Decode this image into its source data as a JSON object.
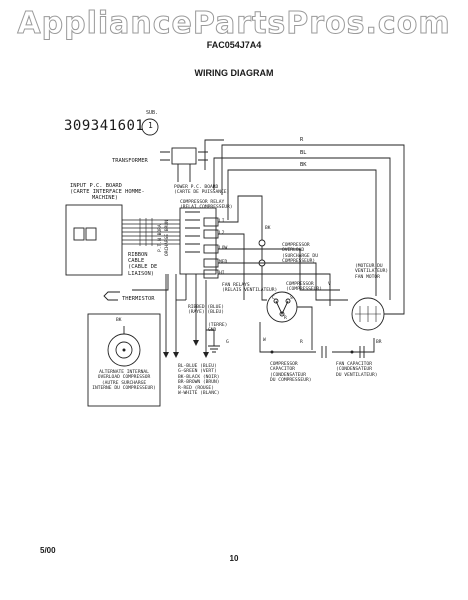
{
  "header": {
    "watermark": "AppliancePartsPros.com",
    "model": "FAC054J7A4",
    "title": "WIRING DIAGRAM"
  },
  "diagram": {
    "part_number": "309341601",
    "sub_label": "SUB.",
    "sub_number": "1",
    "wire_r_top": "R",
    "wire_bl_top": "BL",
    "wire_bk_top": "BK",
    "transformer": "TRANSFORMER",
    "power_board_1": "POWER P.C. BOARD",
    "power_board_2": "(CARTE DE PUISSANCE)",
    "comp_relay_1": "COMPRESSOR RELAY",
    "comp_relay_2": "(RELAI COMPRESSEUR)",
    "input_board_1": "INPUT P.C. BOARD",
    "input_board_2": "(CARTE INTERFACE HOMME-",
    "input_board_3": "MACHINE)",
    "ribbon_1": "RIBBON",
    "ribbon_2": "CABLE",
    "ribbon_3": "(CABLE DE",
    "ribbon_4": "LIAISON)",
    "pin_a": "P.T.N BORA",
    "pin_b": "ORCHARGE BRUN",
    "thermistor": "THERMISTOR",
    "relay_li": "LI",
    "relay_l2": "L2",
    "relay_low": "LOW",
    "relay_med": "MED",
    "relay_hi": "HI",
    "fan_relays_1": "FAN RELAYS",
    "fan_relays_2": "(RELAIS VENTILATEUR)",
    "ribbed_1": "RIBBED (BLUE)",
    "ribbed_2": "(RAYE) (BLEU)",
    "terre_1": "(TERRE)",
    "terre_2": "GND",
    "g_label": "G",
    "colors_1": "BL-BLUE (BLEU)",
    "colors_2": "G-GREEN (VERT)",
    "colors_3": "BK-BLACK (NOIR)",
    "colors_4": "BR-BROWN (BRUN)",
    "colors_5": "R-RED (ROUGE)",
    "colors_6": "W-WHITE (BLANC)",
    "overload_1": "COMPRESSOR",
    "overload_2": "OVERLOAD",
    "overload_3": "(SURCHARGE DU",
    "overload_4": "COMPRESSEUR)",
    "compressor_1": "COMPRESSOR",
    "compressor_2": "(COMPRESSEUR)",
    "fan_motor_1": "(MOTEUR DU",
    "fan_motor_2": "VENTILATEUR)",
    "fan_motor_3": "FAN MOTOR",
    "comp_cap_1": "COMPRESSOR",
    "comp_cap_2": "CAPACITOR",
    "comp_cap_3": "(CONDENSATEUR",
    "comp_cap_4": "DU COMPRESSEUR)",
    "fan_cap_1": "FAN CAPACITOR",
    "fan_cap_2": "(CONDENSATEUR",
    "fan_cap_3": "DU VENTILATEUR)",
    "alt_overload_1": "ALTERNATE INTERNAL",
    "alt_overload_2": "OVERLOAD COMPRESSOR",
    "alt_overload_3": "(AUTRE SURCHARGE",
    "alt_overload_4": "INTERNE DU COMPRESSEUR)",
    "wire_w": "W",
    "wire_br": "BR",
    "wire_r": "R",
    "wire_bk": "BK",
    "wire_v": "V",
    "term_c": "C",
    "term_s": "S",
    "term_r": "R"
  },
  "footer": {
    "date": "5/00",
    "page": "10"
  }
}
